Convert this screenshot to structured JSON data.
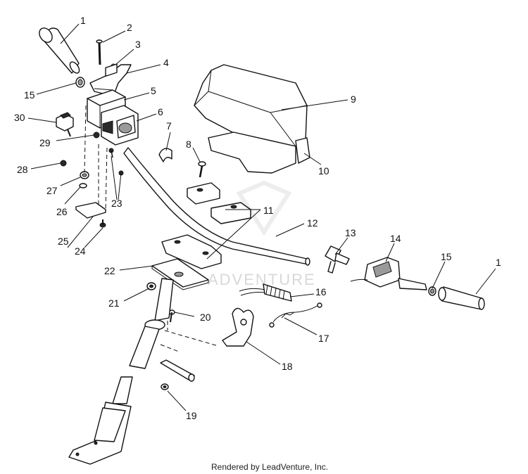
{
  "callouts": {
    "c1a": "1",
    "c2": "2",
    "c3": "3",
    "c4": "4",
    "c5": "5",
    "c6": "6",
    "c7": "7",
    "c8": "8",
    "c9": "9",
    "c10": "10",
    "c11": "11",
    "c12": "12",
    "c13": "13",
    "c14": "14",
    "c15a": "15",
    "c15b": "15",
    "c1b": "1",
    "c16": "16",
    "c17": "17",
    "c18": "18",
    "c19": "19",
    "c20": "20",
    "c21": "21",
    "c22": "22",
    "c23": "23",
    "c24": "24",
    "c25": "25",
    "c26": "26",
    "c27": "27",
    "c28": "28",
    "c29": "29",
    "c30": "30"
  },
  "watermark": "ADVENTURE",
  "footer": "Rendered by LeadVenture, Inc."
}
